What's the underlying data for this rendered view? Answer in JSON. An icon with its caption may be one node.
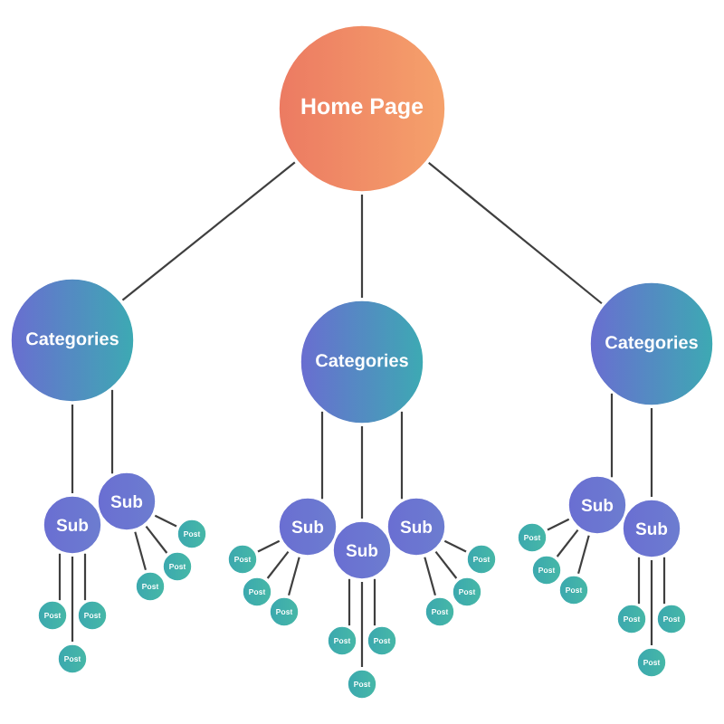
{
  "diagram": {
    "nodes": [
      {
        "text": [
          "Home Page"
        ]
      },
      {
        "text": [
          "Categories"
        ]
      },
      {
        "text": [
          "Categories"
        ]
      },
      {
        "text": [
          "Categories"
        ]
      },
      {
        "text": [
          "Sub"
        ]
      },
      {
        "text": [
          "Sub"
        ]
      },
      {
        "text": [
          "Sub"
        ]
      },
      {
        "text": [
          "Sub"
        ]
      },
      {
        "text": [
          "Sub"
        ]
      },
      {
        "text": [
          "Sub"
        ]
      },
      {
        "text": [
          "Sub"
        ]
      },
      {
        "text": [
          "Post"
        ]
      },
      {
        "text": [
          "Post"
        ]
      },
      {
        "text": [
          "Post"
        ]
      },
      {
        "text": [
          "Post"
        ]
      },
      {
        "text": [
          "Post"
        ]
      },
      {
        "text": [
          "Post"
        ]
      },
      {
        "text": [
          "Post"
        ]
      },
      {
        "text": [
          "Post"
        ]
      },
      {
        "text": [
          "Post"
        ]
      },
      {
        "text": [
          "Post"
        ]
      },
      {
        "text": [
          "Post"
        ]
      },
      {
        "text": [
          "Post"
        ]
      },
      {
        "text": [
          "Post"
        ]
      },
      {
        "text": [
          "Post"
        ]
      },
      {
        "text": [
          "Post"
        ]
      },
      {
        "text": [
          "Post"
        ]
      },
      {
        "text": [
          "Post"
        ]
      },
      {
        "text": [
          "Post"
        ]
      },
      {
        "text": [
          "Post"
        ]
      },
      {
        "text": [
          "Post"
        ]
      },
      {
        "text": [
          "Post"
        ]
      }
    ],
    "edges": [
      {
        "from": 0,
        "to": 1,
        "arrow": "none"
      },
      {
        "from": 0,
        "to": 2,
        "arrow": "none"
      },
      {
        "from": 0,
        "to": 3,
        "arrow": "none"
      },
      {
        "from": 1,
        "to": 4,
        "arrow": "none"
      },
      {
        "from": 1,
        "to": 5,
        "arrow": "none"
      },
      {
        "from": 2,
        "to": 6,
        "arrow": "none"
      },
      {
        "from": 2,
        "to": 7,
        "arrow": "none"
      },
      {
        "from": 2,
        "to": 8,
        "arrow": "none"
      },
      {
        "from": 3,
        "to": 9,
        "arrow": "none"
      },
      {
        "from": 3,
        "to": 10,
        "arrow": "none"
      },
      {
        "from": 4,
        "to": 11,
        "arrow": "none"
      },
      {
        "from": 4,
        "to": 12,
        "arrow": "none"
      },
      {
        "from": 4,
        "to": 13,
        "arrow": "none"
      },
      {
        "from": 5,
        "to": 14,
        "arrow": "none"
      },
      {
        "from": 5,
        "to": 15,
        "arrow": "none"
      },
      {
        "from": 5,
        "to": 16,
        "arrow": "none"
      },
      {
        "from": 6,
        "to": 17,
        "arrow": "none"
      },
      {
        "from": 6,
        "to": 18,
        "arrow": "none"
      },
      {
        "from": 6,
        "to": 19,
        "arrow": "none"
      },
      {
        "from": 7,
        "to": 20,
        "arrow": "none"
      },
      {
        "from": 7,
        "to": 21,
        "arrow": "none"
      },
      {
        "from": 7,
        "to": 22,
        "arrow": "none"
      },
      {
        "from": 8,
        "to": 23,
        "arrow": "none"
      },
      {
        "from": 8,
        "to": 24,
        "arrow": "none"
      },
      {
        "from": 8,
        "to": 25,
        "arrow": "none"
      },
      {
        "from": 9,
        "to": 26,
        "arrow": "none"
      },
      {
        "from": 9,
        "to": 27,
        "arrow": "none"
      },
      {
        "from": 9,
        "to": 28,
        "arrow": "none"
      },
      {
        "from": 10,
        "to": 29,
        "arrow": "none"
      },
      {
        "from": 10,
        "to": 30,
        "arrow": "none"
      },
      {
        "from": 10,
        "to": 31,
        "arrow": "none"
      }
    ]
  }
}
